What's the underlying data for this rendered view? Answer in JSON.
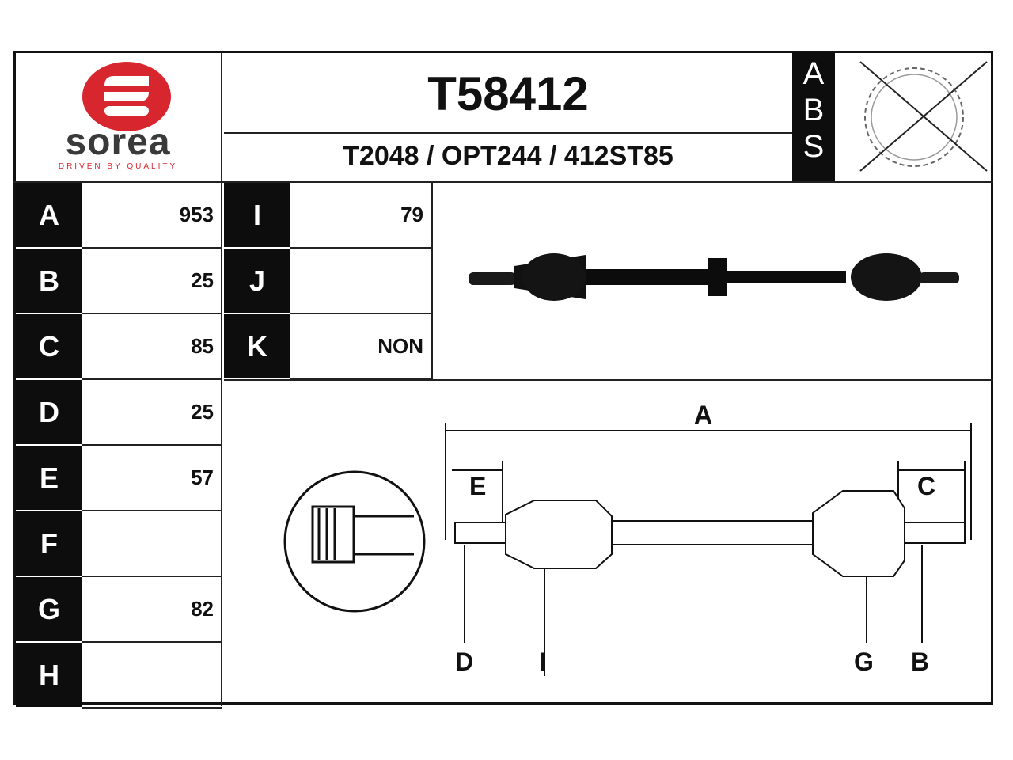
{
  "brand": {
    "name": "sorea",
    "tagline": "DRIVEN BY QUALITY",
    "logo_color": "#d8262f"
  },
  "header": {
    "part_number": "T58412",
    "cross_references": "T2048 / OPT244 / 412ST85"
  },
  "abs": {
    "letters": [
      "A",
      "B",
      "S"
    ],
    "icon": "abs-ring-crossed-icon"
  },
  "specs_left": [
    {
      "key": "A",
      "value": "953"
    },
    {
      "key": "B",
      "value": "25"
    },
    {
      "key": "C",
      "value": "85"
    },
    {
      "key": "D",
      "value": "25"
    },
    {
      "key": "E",
      "value": "57"
    },
    {
      "key": "F",
      "value": ""
    },
    {
      "key": "G",
      "value": "82"
    },
    {
      "key": "H",
      "value": ""
    }
  ],
  "specs_right": [
    {
      "key": "I",
      "value": "79"
    },
    {
      "key": "J",
      "value": ""
    },
    {
      "key": "K",
      "value": "NON"
    }
  ],
  "diagram": {
    "labels": {
      "A": "A",
      "B": "B",
      "C": "C",
      "D": "D",
      "E": "E",
      "G": "G",
      "I": "I"
    }
  }
}
